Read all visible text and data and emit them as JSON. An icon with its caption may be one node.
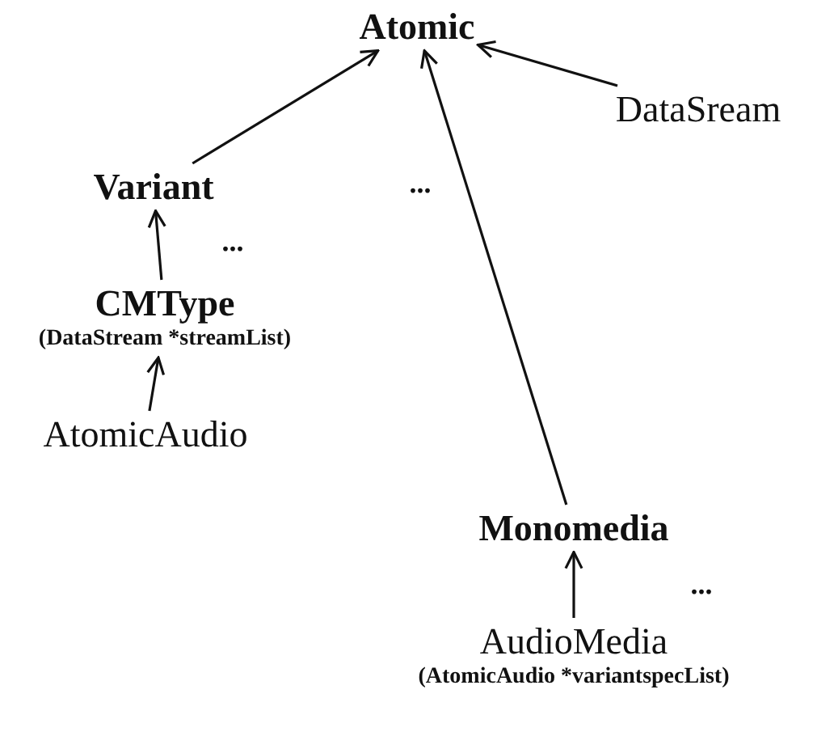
{
  "diagram": {
    "nodes": [
      {
        "text": [
          "Atomic"
        ]
      },
      {
        "text": [
          "DataSream"
        ]
      },
      {
        "text": [
          "Variant"
        ]
      },
      {
        "text": [
          "CMType",
          "(DataStream *streamList)"
        ]
      },
      {
        "text": [
          "AtomicAudio"
        ]
      },
      {
        "text": [
          "Monomedia"
        ]
      },
      {
        "text": [
          "AudioMedia",
          "(AtomicAudio *variantspecList)"
        ]
      }
    ],
    "edges": [
      {
        "from": 2,
        "to": 0,
        "arrow": "to"
      },
      {
        "from": 1,
        "to": 0,
        "arrow": "to"
      },
      {
        "from": 5,
        "to": 0,
        "arrow": "to"
      },
      {
        "from": 3,
        "to": 2,
        "arrow": "to"
      },
      {
        "from": 4,
        "to": 3,
        "arrow": "to"
      },
      {
        "from": 6,
        "to": 5,
        "arrow": "to"
      }
    ],
    "labels": [
      "...",
      "...",
      "..."
    ]
  }
}
